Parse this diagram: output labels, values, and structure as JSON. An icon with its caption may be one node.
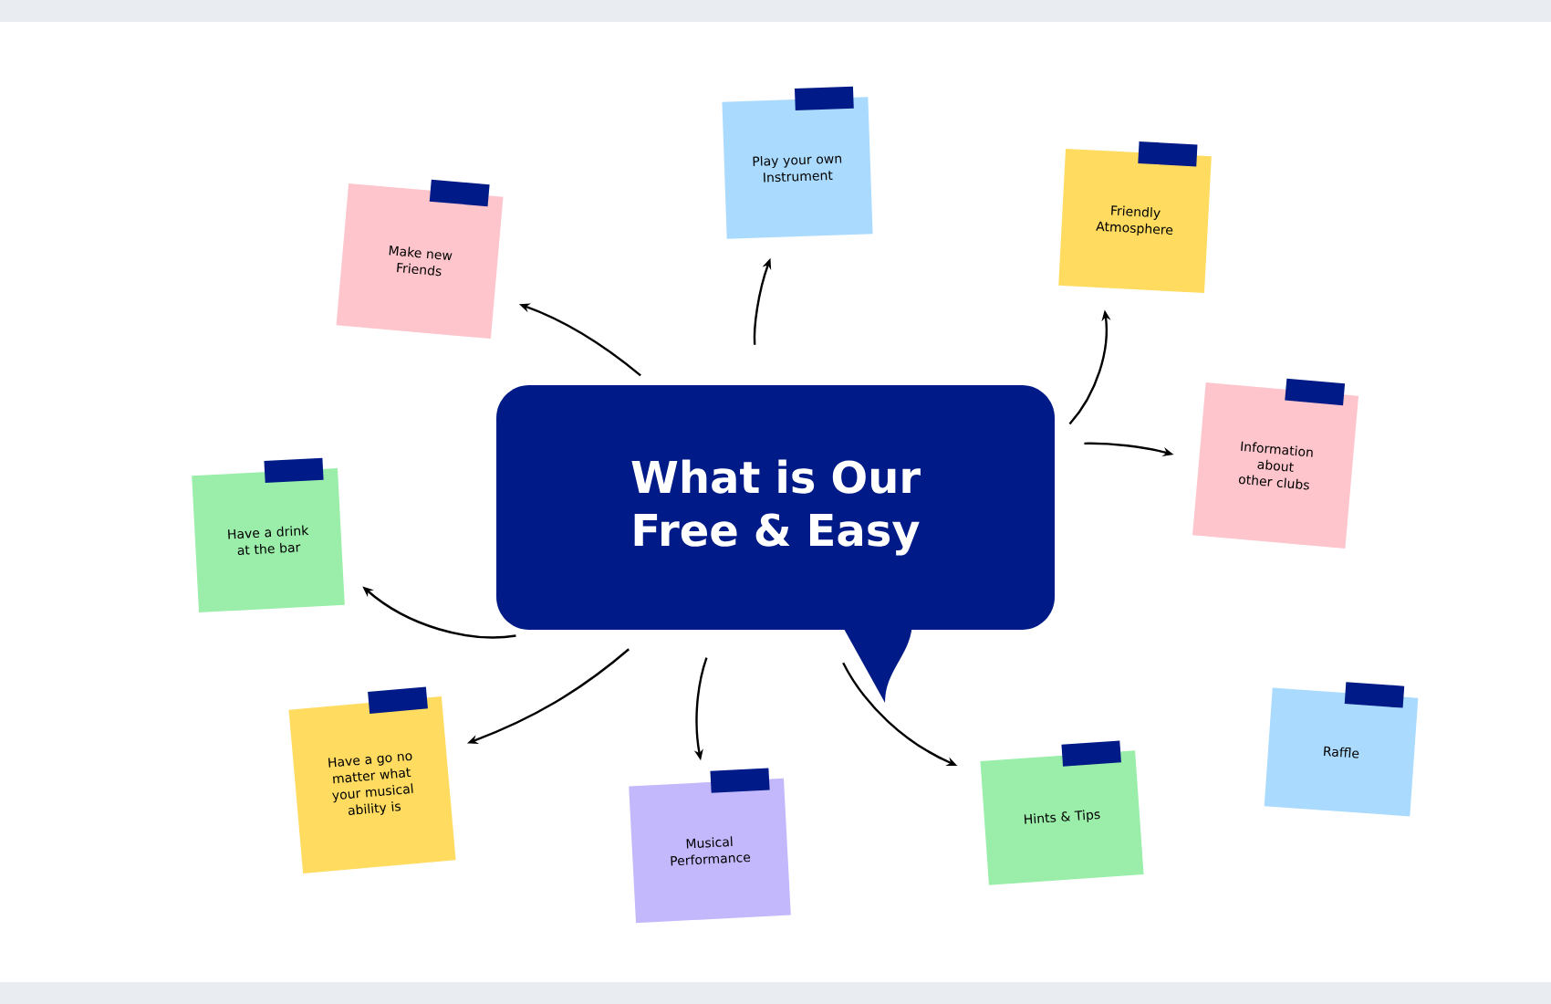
{
  "diagram": {
    "nodes": [
      {
        "text": [
          "What is Our Free & Easy"
        ]
      },
      {
        "text": [
          "Play your own Instrument"
        ]
      },
      {
        "text": [
          "Friendly Atmosphere"
        ]
      },
      {
        "text": [
          "Make new Friends"
        ]
      },
      {
        "text": [
          "Information about other clubs"
        ]
      },
      {
        "text": [
          "Have a drink at the bar"
        ]
      },
      {
        "text": [
          "Raffle"
        ]
      },
      {
        "text": [
          "Have a go no matter what your musical ability is"
        ]
      },
      {
        "text": [
          "Hints & Tips"
        ]
      },
      {
        "text": [
          "Musical Performance"
        ]
      }
    ],
    "edges": [
      {
        "from": 0,
        "to": 1,
        "arrow": "to"
      },
      {
        "from": 0,
        "to": 2,
        "arrow": "to"
      },
      {
        "from": 0,
        "to": 3,
        "arrow": "to"
      },
      {
        "from": 0,
        "to": 4,
        "arrow": "to"
      },
      {
        "from": 0,
        "to": 5,
        "arrow": "to"
      },
      {
        "from": 0,
        "to": 7,
        "arrow": "to"
      },
      {
        "from": 0,
        "to": 8,
        "arrow": "to"
      },
      {
        "from": 0,
        "to": 9,
        "arrow": "to"
      }
    ]
  }
}
